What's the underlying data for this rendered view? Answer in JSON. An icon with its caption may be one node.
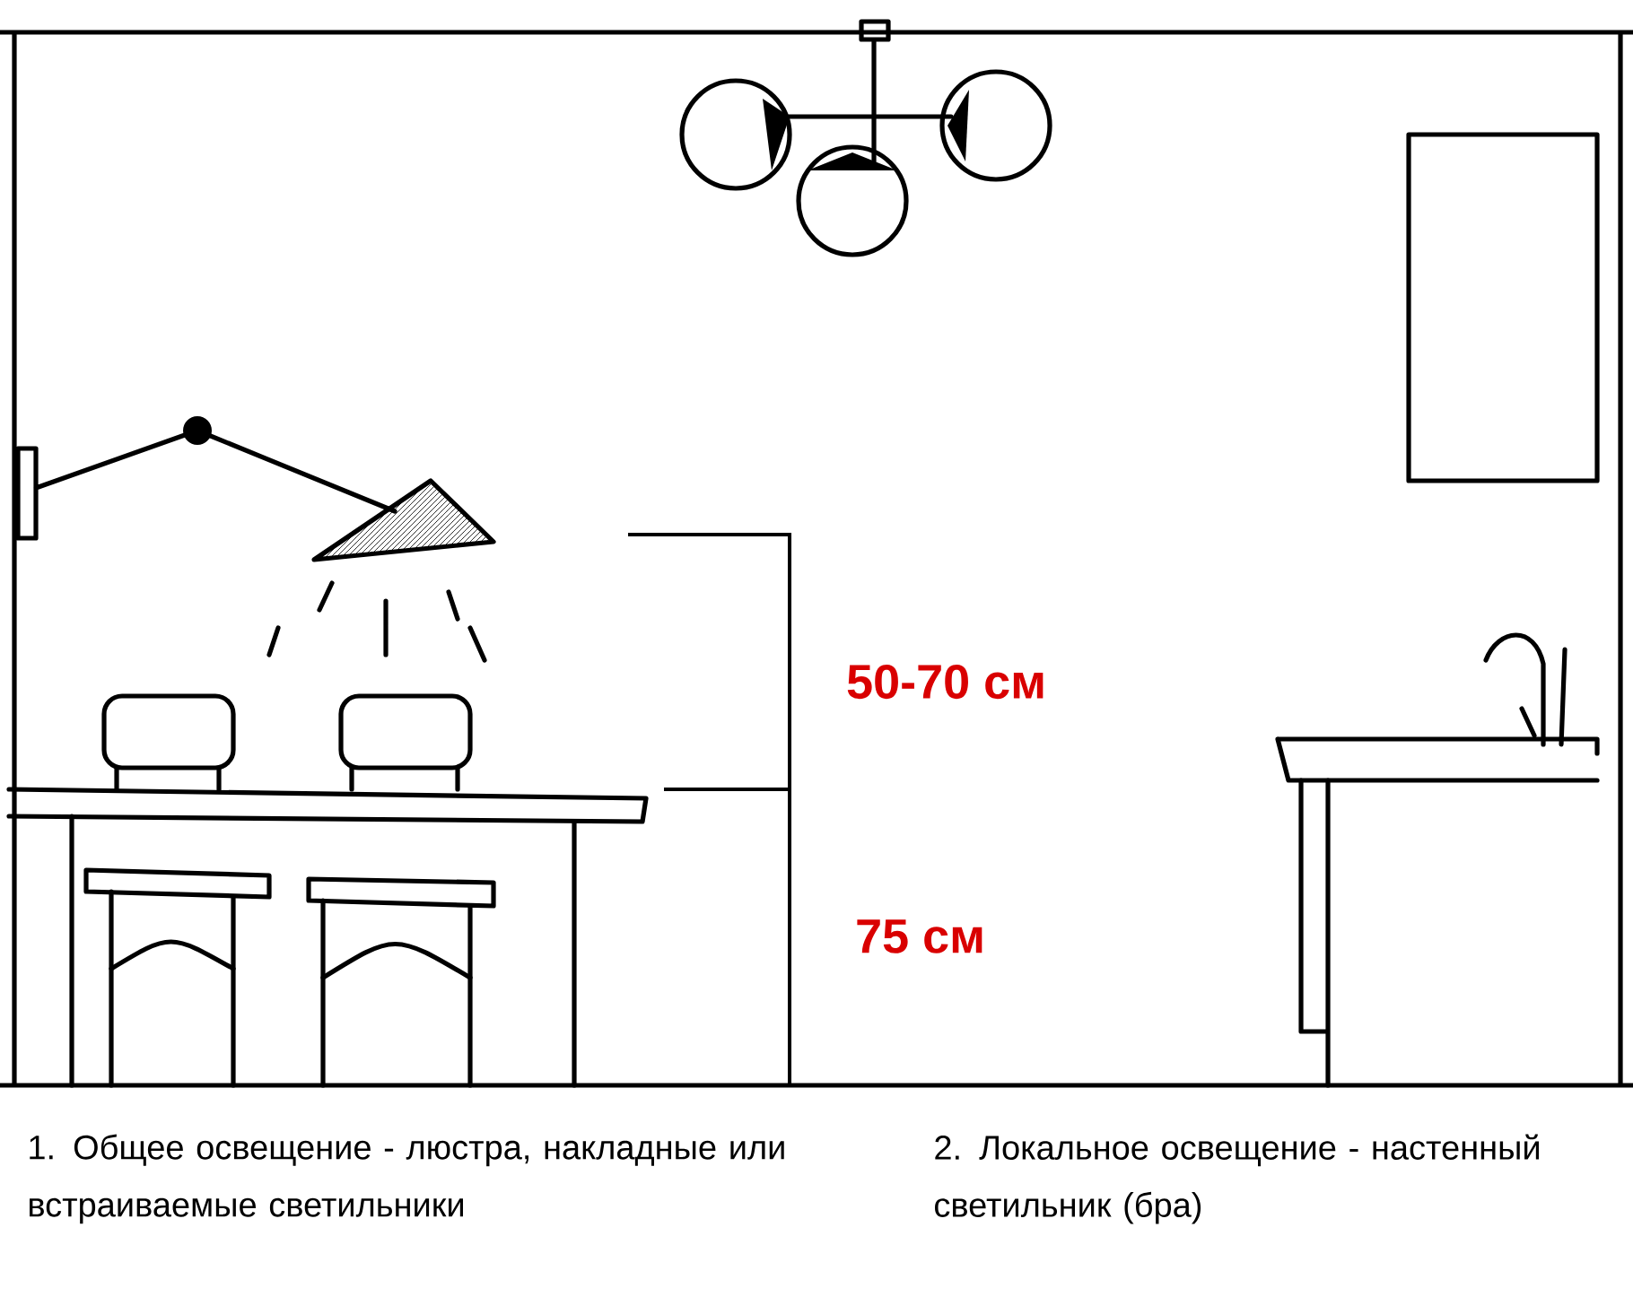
{
  "diagram": {
    "labels": [
      "50-70 см",
      "75 см",
      "1. Общее освещение - люстра, накладные или встраиваемые светильники",
      "2. Локальное освещение - настенный светильник (бра)"
    ]
  }
}
